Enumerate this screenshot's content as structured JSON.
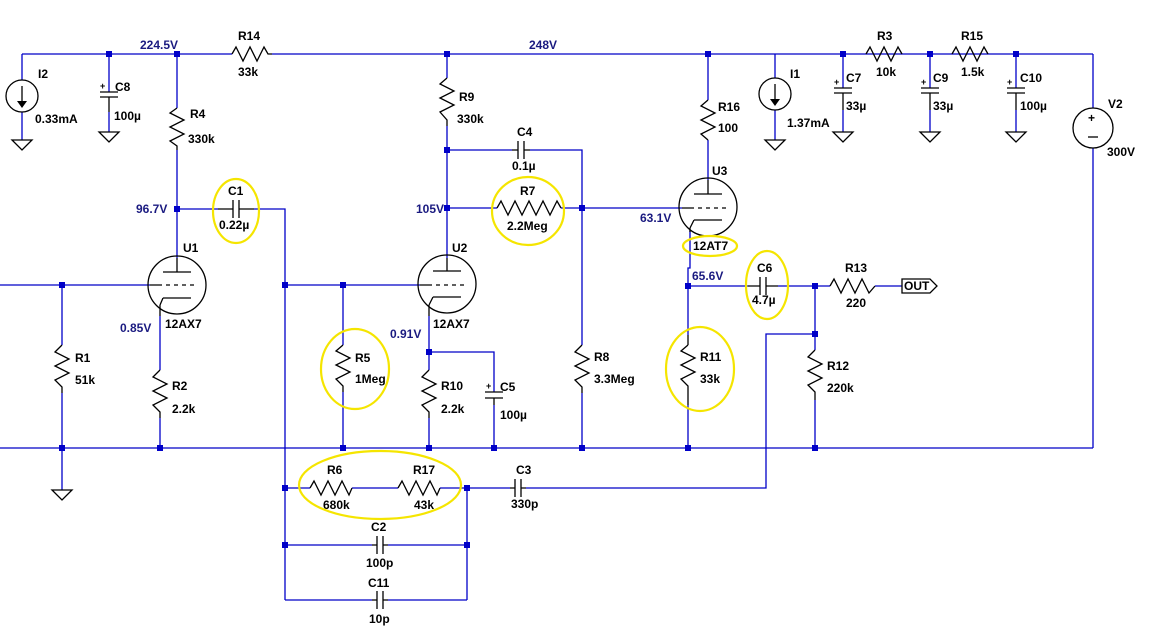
{
  "net_labels": {
    "v_224": "224.5V",
    "v_248": "248V",
    "v_96": "96.7V",
    "v_105": "105V",
    "v_631": "63.1V",
    "v_656": "65.6V",
    "v_085": "0.85V",
    "v_091": "0.91V"
  },
  "components": {
    "I2": {
      "ref": "I2",
      "value": "0.33mA"
    },
    "C8": {
      "ref": "C8",
      "value": "100µ"
    },
    "R14": {
      "ref": "R14",
      "value": "33k"
    },
    "R4": {
      "ref": "R4",
      "value": "330k"
    },
    "C1": {
      "ref": "C1",
      "value": "0.22µ"
    },
    "U1": {
      "ref": "U1",
      "value": "12AX7"
    },
    "R1": {
      "ref": "R1",
      "value": "51k"
    },
    "R2": {
      "ref": "R2",
      "value": "2.2k"
    },
    "R9": {
      "ref": "R9",
      "value": "330k"
    },
    "C4": {
      "ref": "C4",
      "value": "0.1µ"
    },
    "R7": {
      "ref": "R7",
      "value": "2.2Meg"
    },
    "U2": {
      "ref": "U2",
      "value": "12AX7"
    },
    "R5": {
      "ref": "R5",
      "value": "1Meg"
    },
    "R10": {
      "ref": "R10",
      "value": "2.2k"
    },
    "C5": {
      "ref": "C5",
      "value": "100µ"
    },
    "R8": {
      "ref": "R8",
      "value": "3.3Meg"
    },
    "R16": {
      "ref": "R16",
      "value": "100"
    },
    "U3": {
      "ref": "U3",
      "value": "12AT7"
    },
    "I1": {
      "ref": "I1",
      "value": "1.37mA"
    },
    "R11": {
      "ref": "R11",
      "value": "33k"
    },
    "C6": {
      "ref": "C6",
      "value": "4.7µ"
    },
    "R13": {
      "ref": "R13",
      "value": "220"
    },
    "R12": {
      "ref": "R12",
      "value": "220k"
    },
    "R3": {
      "ref": "R3",
      "value": "10k"
    },
    "C7": {
      "ref": "C7",
      "value": "33µ"
    },
    "C9": {
      "ref": "C9",
      "value": "33µ"
    },
    "R15": {
      "ref": "R15",
      "value": "1.5k"
    },
    "C10": {
      "ref": "C10",
      "value": "100µ"
    },
    "V2": {
      "ref": "V2",
      "value": "300V"
    },
    "R6": {
      "ref": "R6",
      "value": "680k"
    },
    "R17": {
      "ref": "R17",
      "value": "43k"
    },
    "C3": {
      "ref": "C3",
      "value": "330p"
    },
    "C2": {
      "ref": "C2",
      "value": "100p"
    },
    "C11": {
      "ref": "C11",
      "value": "10p"
    }
  },
  "out_port": "OUT",
  "highlight_color": "#f5e500",
  "wire_color": "#0000c8"
}
